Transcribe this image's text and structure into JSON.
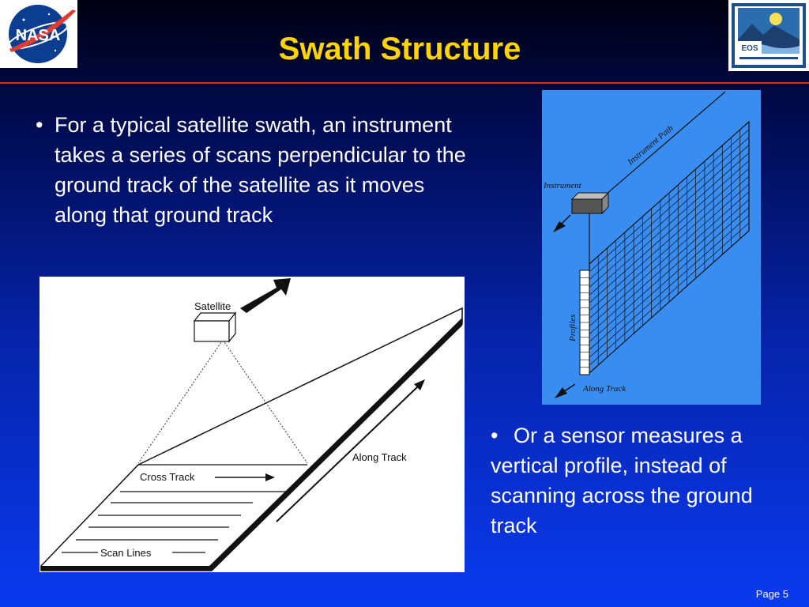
{
  "slide": {
    "title": "Swath Structure",
    "bullet_1": "For a typical satellite swath, an instrument takes a series of scans perpendicular to the ground track of the satellite as it moves along that ground track",
    "bullet_2": "Or a sensor measures a vertical profile, instead of scanning across the ground track",
    "bullet_symbol": "•",
    "page_label": "Page 5"
  },
  "logos": {
    "nasa_text": "NASA",
    "eos_text": "EOS"
  },
  "diagram_swath": {
    "satellite": "Satellite",
    "along_track": "Along Track",
    "cross_track": "Cross Track",
    "scan_lines": "Scan Lines"
  },
  "diagram_profile": {
    "instrument_path": "Instrument Path",
    "instrument": "Instrument",
    "profiles": "Profiles",
    "along_track": "Along Track"
  },
  "colors": {
    "title": "#ffd400",
    "rule": "#c23a22",
    "profile_bg": "#3a8df0"
  }
}
